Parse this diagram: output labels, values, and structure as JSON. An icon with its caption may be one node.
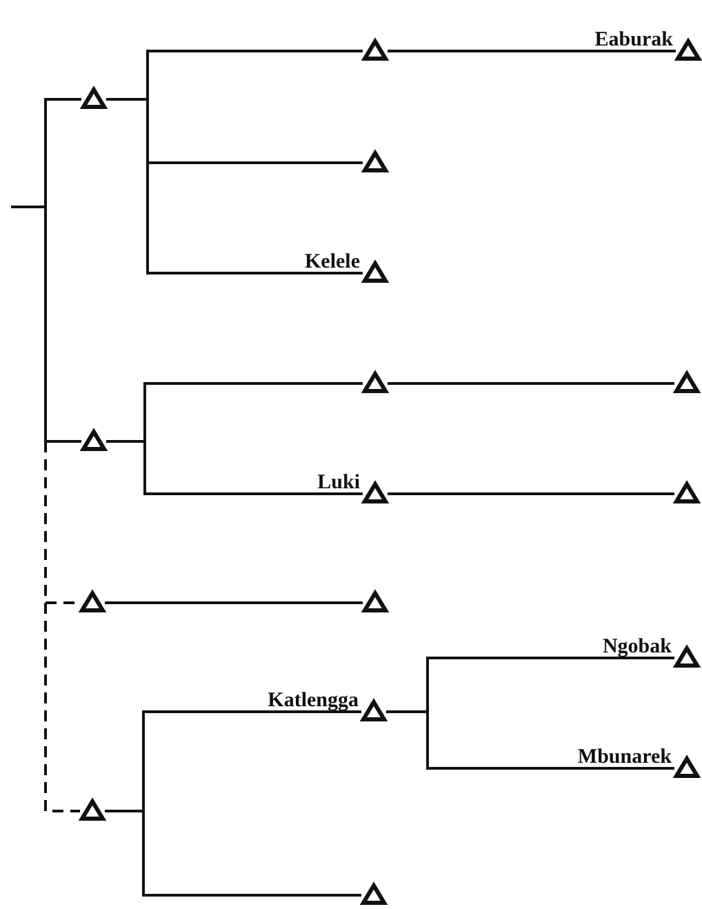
{
  "diagram": {
    "nodes": [
      {
        "text": [],
        "shape": "triangle"
      },
      {
        "text": [],
        "shape": "triangle"
      },
      {
        "text": [],
        "shape": "triangle",
        "beside": [
          "Eaburak"
        ]
      },
      {
        "text": [],
        "shape": "triangle"
      },
      {
        "text": [],
        "shape": "triangle",
        "beside": [
          "Kelele"
        ]
      },
      {
        "text": [],
        "shape": "triangle"
      },
      {
        "text": [],
        "shape": "triangle"
      },
      {
        "text": [],
        "shape": "triangle"
      },
      {
        "text": [],
        "shape": "triangle",
        "beside": [
          "Luki"
        ]
      },
      {
        "text": [],
        "shape": "triangle"
      },
      {
        "text": [],
        "shape": "triangle"
      },
      {
        "text": [],
        "shape": "triangle"
      },
      {
        "text": [],
        "shape": "triangle",
        "beside": [
          "Katlengga"
        ]
      },
      {
        "text": [],
        "shape": "triangle",
        "beside": [
          "Ngobak"
        ]
      },
      {
        "text": [],
        "shape": "triangle",
        "beside": [
          "Mbunarek"
        ]
      },
      {
        "text": [],
        "shape": "triangle"
      },
      {
        "text": [],
        "shape": "triangle"
      }
    ],
    "edges": [
      {
        "from": null,
        "to": 0,
        "arrow": "none"
      },
      {
        "from": null,
        "to": 5,
        "arrow": "none"
      },
      {
        "from": null,
        "to": 10,
        "arrow": "none",
        "style": "dashed"
      },
      {
        "from": null,
        "to": 15,
        "arrow": "none",
        "style": "dashed"
      },
      {
        "from": 0,
        "to": 1,
        "arrow": "none"
      },
      {
        "from": 0,
        "to": 3,
        "arrow": "none"
      },
      {
        "from": 0,
        "to": 4,
        "arrow": "none"
      },
      {
        "from": 1,
        "to": 2,
        "arrow": "none"
      },
      {
        "from": 5,
        "to": 6,
        "arrow": "none"
      },
      {
        "from": 5,
        "to": 8,
        "arrow": "none"
      },
      {
        "from": 6,
        "to": 7,
        "arrow": "none"
      },
      {
        "from": 8,
        "to": 9,
        "arrow": "none"
      },
      {
        "from": 10,
        "to": 11,
        "arrow": "none"
      },
      {
        "from": 15,
        "to": 12,
        "arrow": "none"
      },
      {
        "from": 15,
        "to": 16,
        "arrow": "none"
      },
      {
        "from": 12,
        "to": 13,
        "arrow": "none"
      },
      {
        "from": 12,
        "to": 14,
        "arrow": "none"
      }
    ]
  }
}
